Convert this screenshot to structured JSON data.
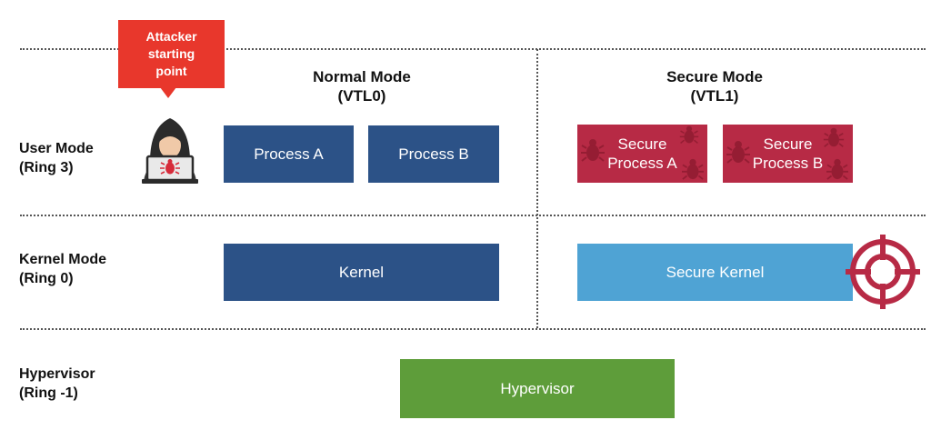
{
  "callout": {
    "text": "Attacker\nstarting\npoint"
  },
  "columns": {
    "normal": "Normal Mode\n(VTL0)",
    "secure": "Secure Mode\n(VTL1)"
  },
  "rows": {
    "user": "User Mode\n(Ring 3)",
    "kernel": "Kernel Mode\n(Ring 0)",
    "hypervisor": "Hypervisor\n(Ring -1)"
  },
  "boxes": {
    "process_a": "Process A",
    "process_b": "Process B",
    "secure_process_a": "Secure\nProcess A",
    "secure_process_b": "Secure\nProcess B",
    "kernel": "Kernel",
    "secure_kernel": "Secure Kernel",
    "hypervisor": "Hypervisor"
  },
  "icons": {
    "attacker": "hacker-laptop-icon",
    "bug": "bug-icon",
    "target": "crosshair-target-icon"
  },
  "colors": {
    "normal_box": "#2c5287",
    "secure_process_box": "#b72a45",
    "secure_kernel_box": "#4fa3d4",
    "hypervisor_box": "#5e9d3a",
    "callout": "#e8372c",
    "target": "#b72a45"
  }
}
